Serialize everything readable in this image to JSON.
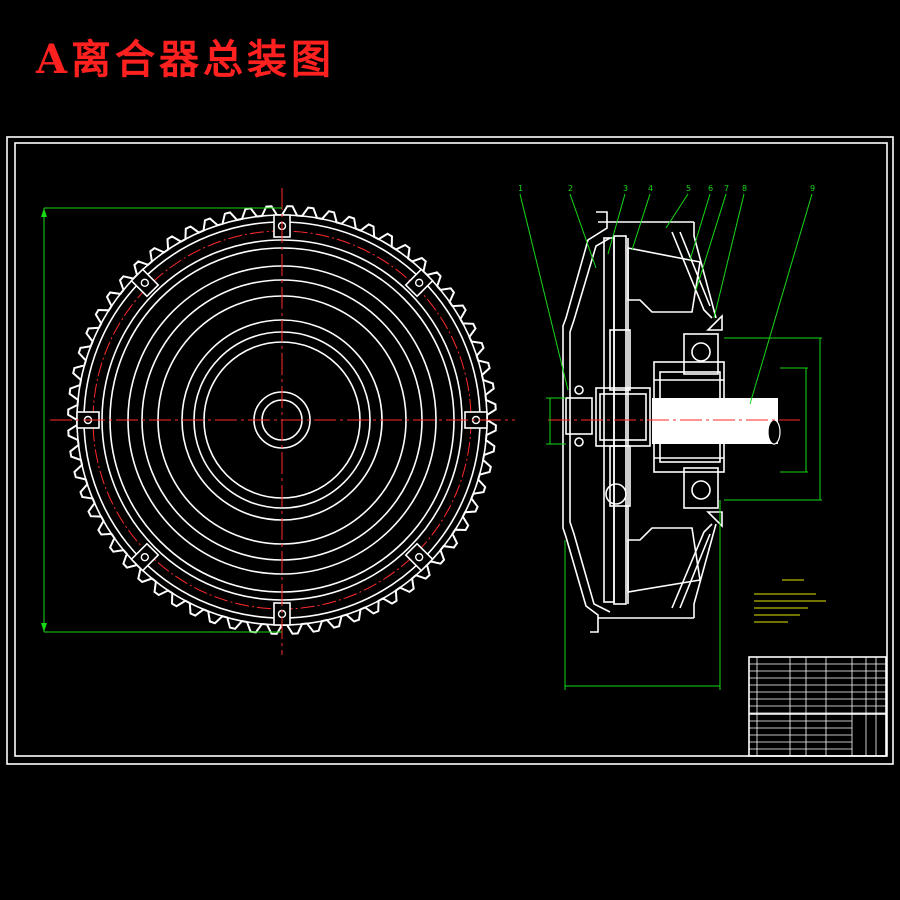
{
  "title": "A离合器总装图",
  "balloons": [
    "1",
    "2",
    "3",
    "4",
    "5",
    "6",
    "7",
    "8",
    "9"
  ],
  "colors": {
    "background": "#000000",
    "line": "#ffffff",
    "centerline": "#ff2a2a",
    "dimension": "#18d818",
    "title_text": "#ff2020"
  }
}
